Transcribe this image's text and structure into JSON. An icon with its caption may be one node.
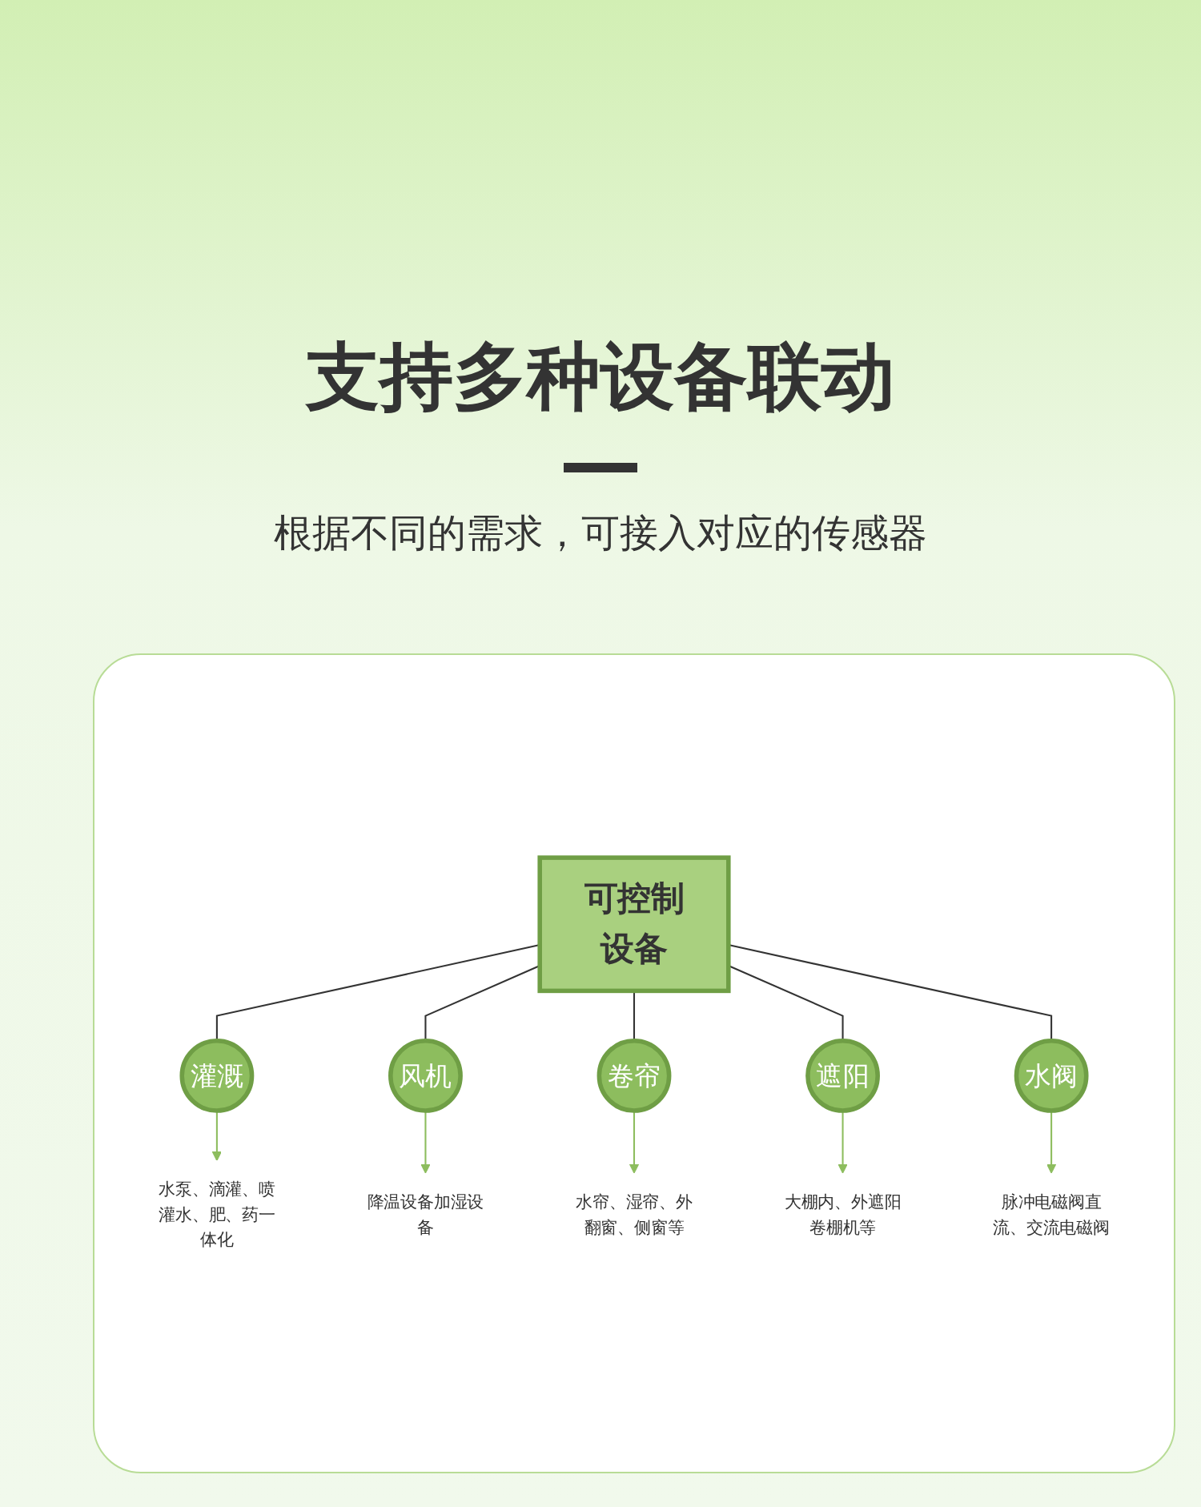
{
  "diagram": {
    "title": "支持多种设备联动",
    "nodes": [
      {
        "text": [
          "可控制设备"
        ]
      },
      {
        "text": [
          "灌溉"
        ]
      },
      {
        "text": [
          "风机"
        ]
      },
      {
        "text": [
          "卷帘"
        ]
      },
      {
        "text": [
          "遮阳"
        ]
      },
      {
        "text": [
          "水阀"
        ]
      },
      {
        "text": [
          "水泵、滴灌、喷灌水、肥、药一体化"
        ]
      },
      {
        "text": [
          "降温设备加湿设备"
        ]
      },
      {
        "text": [
          "水帘、湿帘、外翻窗、侧窗等"
        ]
      },
      {
        "text": [
          "大棚内、外遮阳卷棚机等"
        ]
      },
      {
        "text": [
          "脉冲电磁阀直流、交流电磁阀"
        ]
      }
    ],
    "edges": [
      {
        "from": 0,
        "to": 1,
        "arrow": "none"
      },
      {
        "from": 0,
        "to": 2,
        "arrow": "none"
      },
      {
        "from": 0,
        "to": 3,
        "arrow": "none"
      },
      {
        "from": 0,
        "to": 4,
        "arrow": "none"
      },
      {
        "from": 0,
        "to": 5,
        "arrow": "none"
      },
      {
        "from": 1,
        "to": 6,
        "arrow": "to",
        "color": "#8dbd5e"
      },
      {
        "from": 2,
        "to": 7,
        "arrow": "to",
        "color": "#8dbd5e"
      },
      {
        "from": 3,
        "to": 8,
        "arrow": "to",
        "color": "#8dbd5e"
      },
      {
        "from": 4,
        "to": 9,
        "arrow": "to",
        "color": "#8dbd5e"
      },
      {
        "from": 5,
        "to": 10,
        "arrow": "to",
        "color": "#8dbd5e"
      }
    ],
    "labels": [
      "根据不同的需求，可接入对应的传感器"
    ]
  }
}
